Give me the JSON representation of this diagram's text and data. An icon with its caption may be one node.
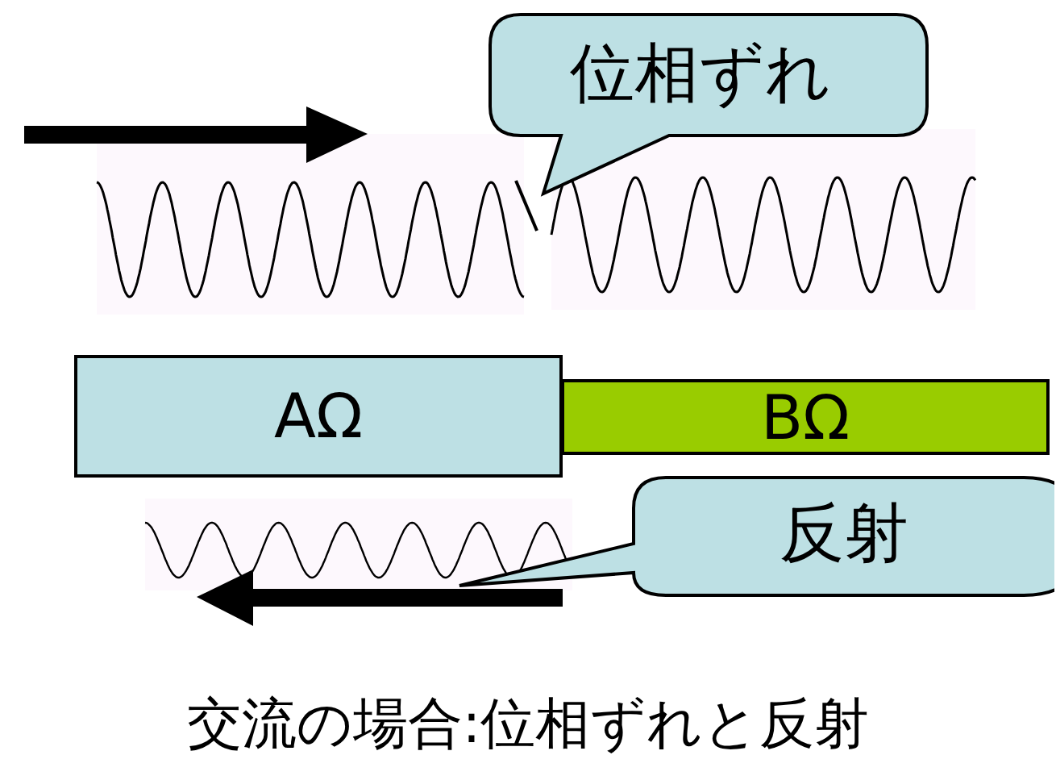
{
  "diagram": {
    "nodes": [
      {
        "text": [
          "位相ずれ"
        ]
      },
      {
        "text": [
          "AΩ"
        ]
      },
      {
        "text": [
          "BΩ"
        ]
      },
      {
        "text": [
          "反射"
        ]
      }
    ],
    "caption": "交流の場合:位相ずれと反射"
  }
}
